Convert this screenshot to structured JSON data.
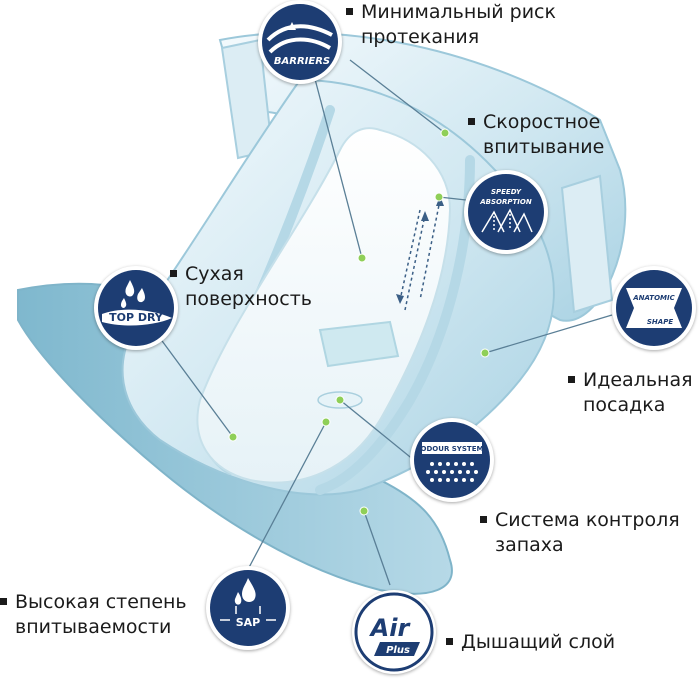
{
  "features": [
    {
      "id": "barriers",
      "badge_label": "BARRIERS",
      "icon": "barriers-icon",
      "lines": [
        "Минимальный риск",
        "протекания"
      ]
    },
    {
      "id": "speedy",
      "badge_label": [
        "SPEEDY",
        "ABSORPTION"
      ],
      "icon": "speedy-absorption-icon",
      "lines": [
        "Скоростное",
        "впитывание"
      ]
    },
    {
      "id": "topdry",
      "badge_label": "TOP DRY",
      "icon": "top-dry-icon",
      "lines": [
        "Сухая",
        "поверхность"
      ]
    },
    {
      "id": "anatomic",
      "badge_label": [
        "ANATOMIC",
        "SHAPE"
      ],
      "icon": "anatomic-shape-icon",
      "lines": [
        "Идеальная",
        "посадка"
      ]
    },
    {
      "id": "odour",
      "badge_label": "ODOUR SYSTEM",
      "icon": "odour-system-icon",
      "lines": [
        "Система контроля",
        "запаха"
      ]
    },
    {
      "id": "sap",
      "badge_label": "SAP",
      "icon": "sap-icon",
      "lines": [
        "Высокая степень",
        "впитываемости"
      ]
    },
    {
      "id": "airplus",
      "badge_label": [
        "Air",
        "Plus"
      ],
      "icon": "air-plus-icon",
      "lines": [
        "Дышащий слой"
      ]
    }
  ],
  "colors": {
    "navy": "#1d3d73",
    "diaper_light": "#e8f4f9",
    "diaper_mid": "#bcdcea",
    "diaper_edge": "#8fc4d8",
    "leader": "#5a7f96",
    "dot": "#8fcf58"
  }
}
